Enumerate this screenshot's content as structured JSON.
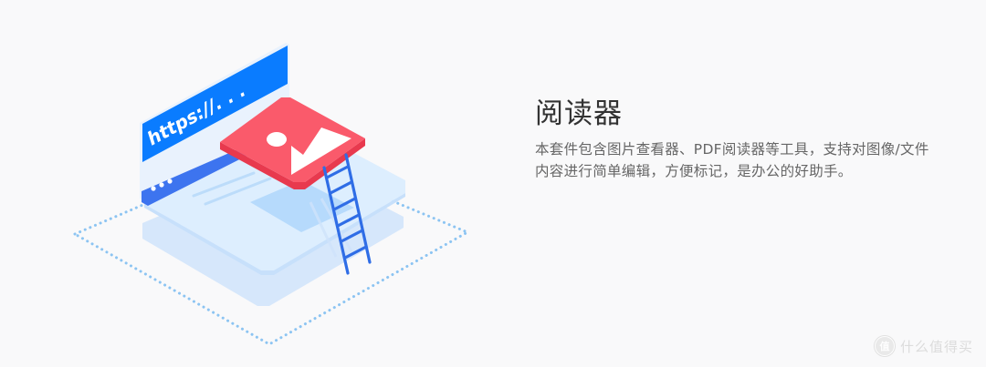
{
  "illustration": {
    "address_bar_text": "https://. . .",
    "colors": {
      "banner_blue": "#0a7cff",
      "toolbar_blue": "#3d74ef",
      "panel_light": "#ddeefe",
      "panel_shadow": "#cfe2fa",
      "image_tile_red": "#fa5a6b",
      "image_tile_edge": "#e8394e",
      "ladder_blue": "#2f6de6",
      "dotted_outline": "#8cc4f2"
    }
  },
  "content": {
    "title": "阅读器",
    "description": "本套件包含图片查看器、PDF阅读器等工具，支持对图像/文件内容进行简单编辑，方便标记，是办公的好助手。"
  },
  "watermark": {
    "badge": "值",
    "text": "什么值得买"
  }
}
